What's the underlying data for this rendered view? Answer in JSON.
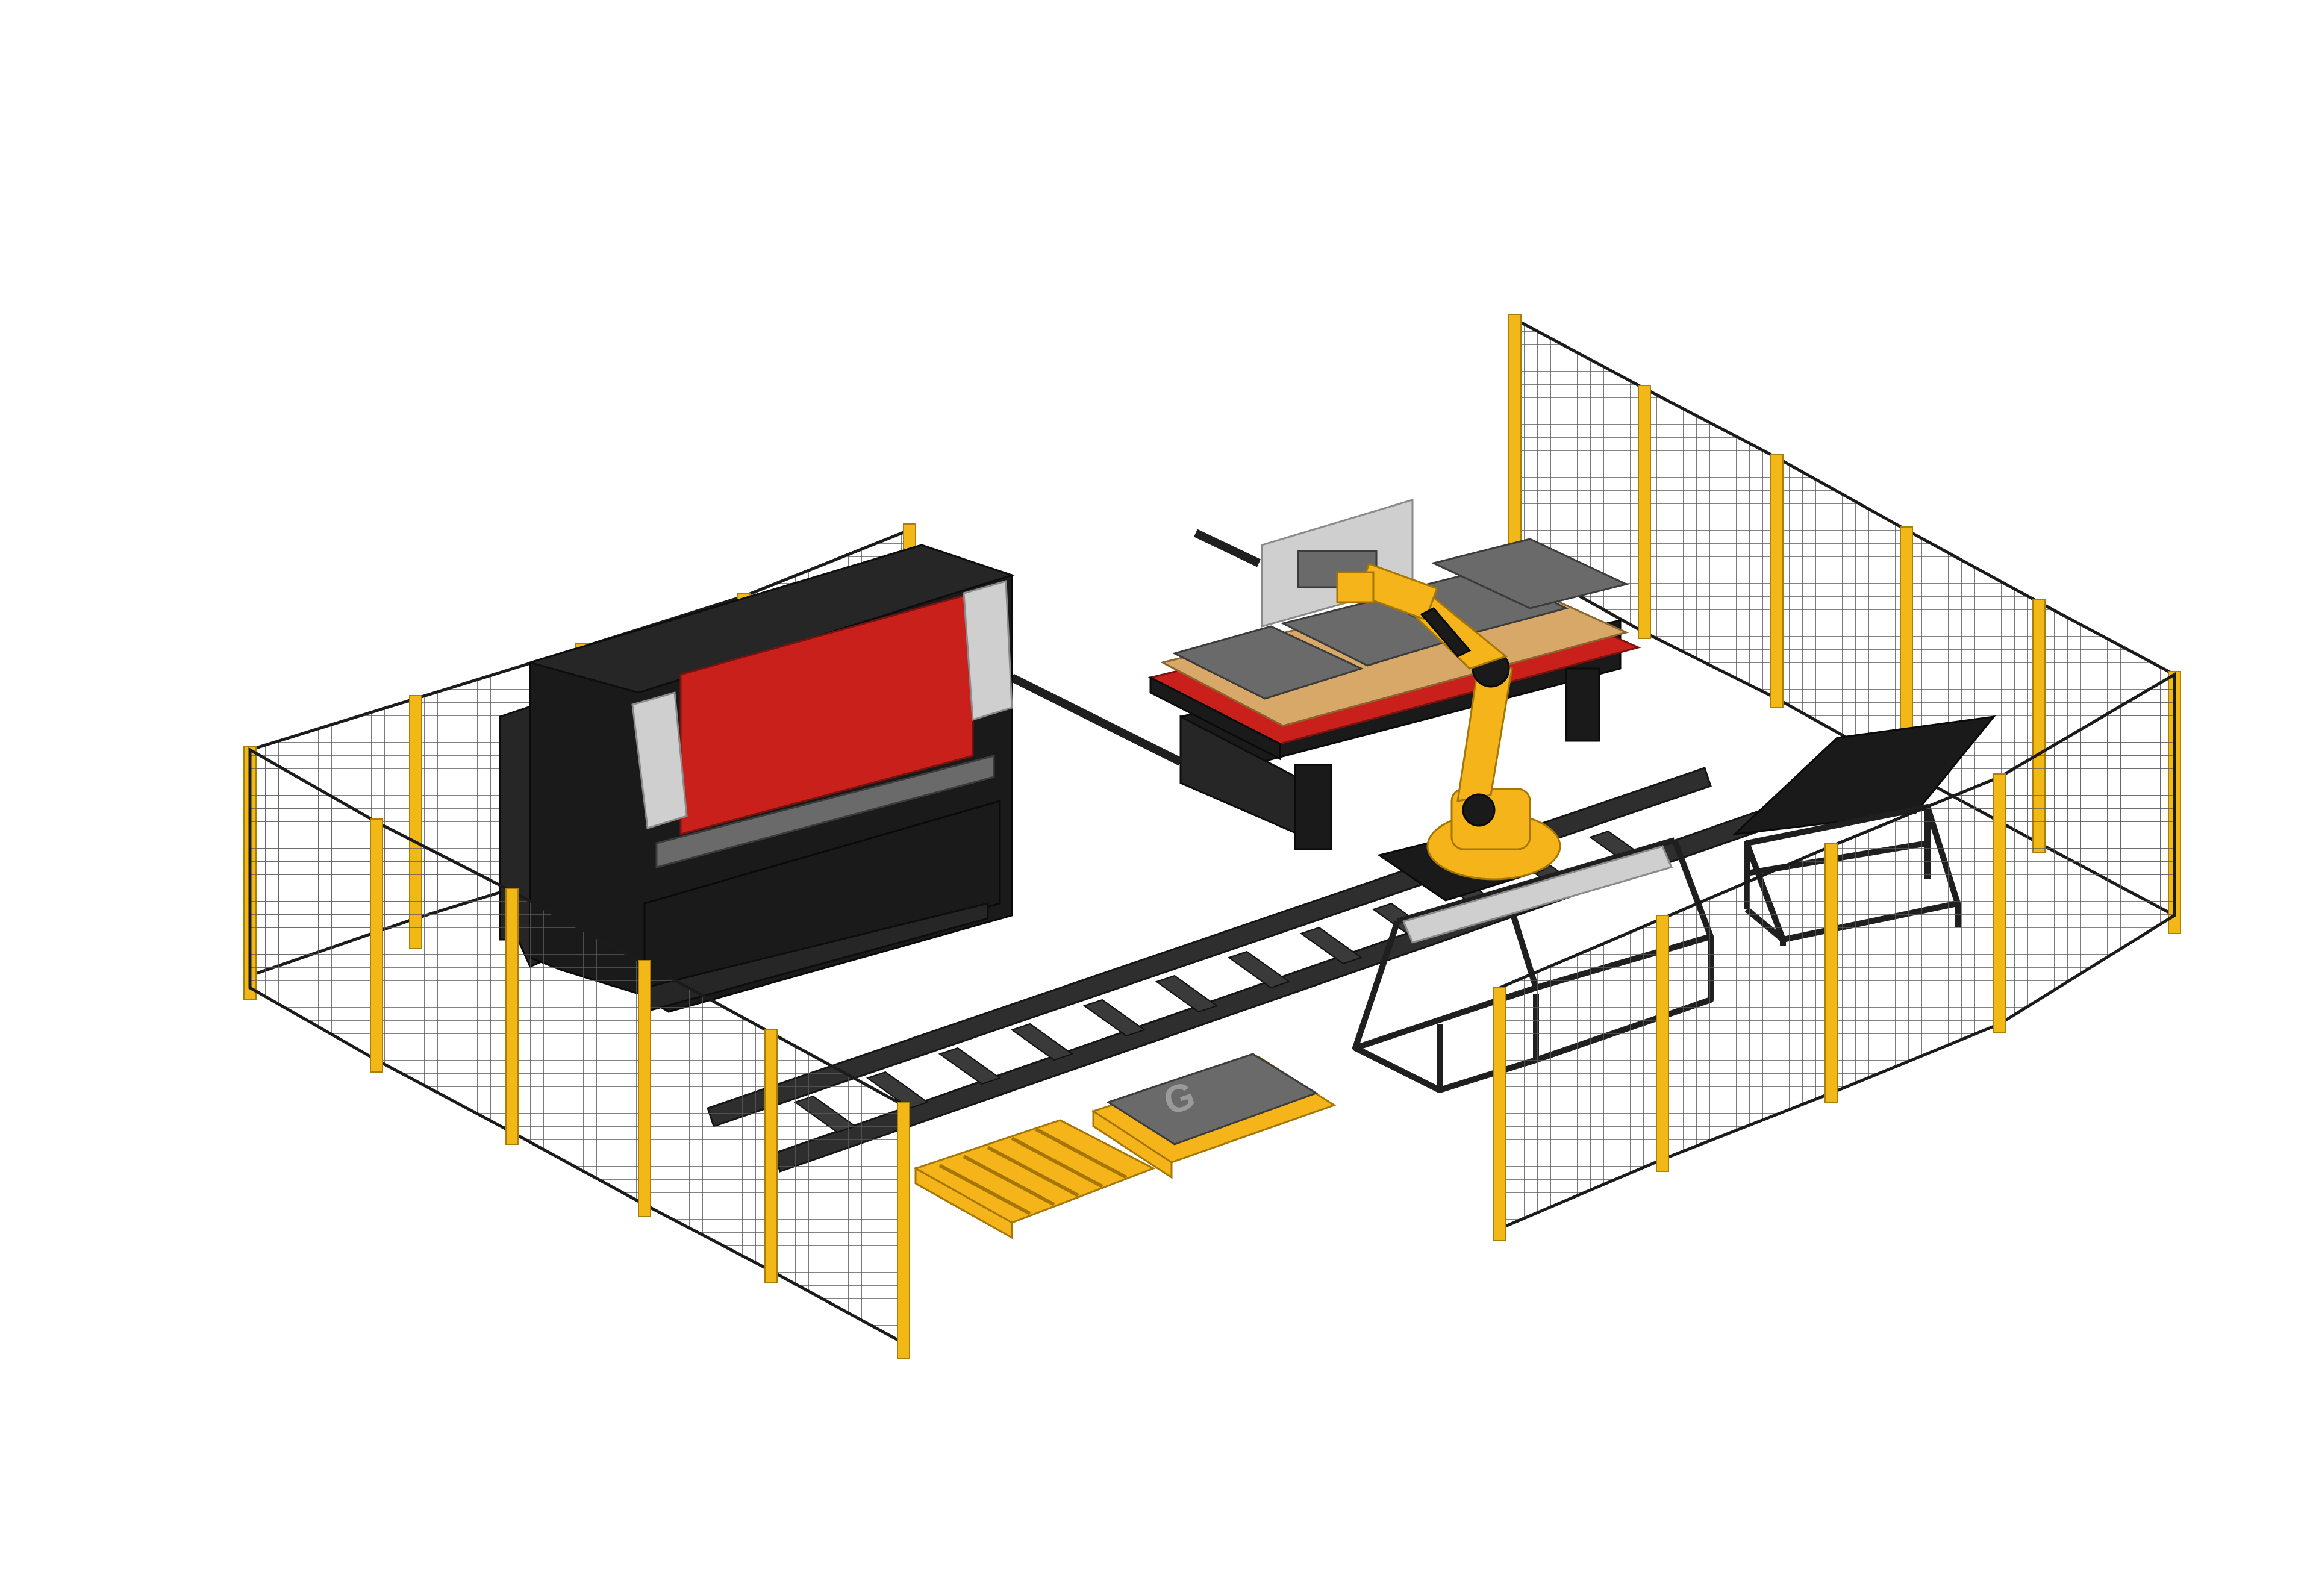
{
  "scene": {
    "components": [
      "safety-fence",
      "press-brake",
      "robot-arm",
      "linear-track",
      "loading-table",
      "pallets",
      "tilt-rack",
      "gripper-rack"
    ],
    "colors": {
      "fence_post": "#f2b818",
      "fence_mesh": "#1b1b1b",
      "press_brake_body": "#262626",
      "press_brake_panel": "#c9201c",
      "robot": "#f4b41a",
      "pallet": "#f4b41a",
      "table_wood": "#d8a868",
      "sheet_metal": "#6a6a6a"
    },
    "pallet_logo": "G"
  }
}
